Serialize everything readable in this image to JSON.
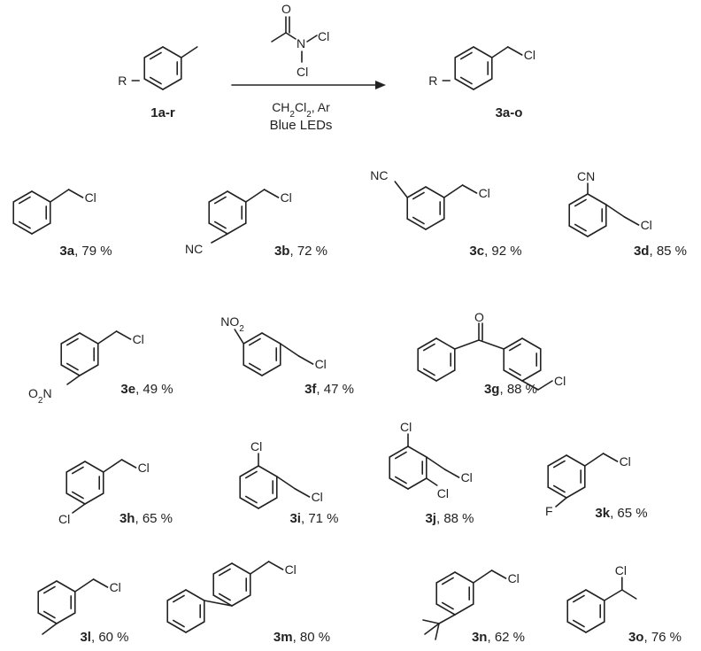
{
  "reaction": {
    "reactant_label": "1a-r",
    "product_label": "3a-o",
    "condition_solvent": "CH2Cl2, Ar",
    "condition_light": "Blue LEDs",
    "substituent": "R"
  },
  "atoms": {
    "cl": "Cl",
    "n": "N",
    "o": "O",
    "f": "F",
    "cn": "CN",
    "nc": "NC",
    "no2": "NO2",
    "o2n": "O2N"
  },
  "products": [
    {
      "id": "3a",
      "yield": "79 %"
    },
    {
      "id": "3b",
      "yield": "72 %"
    },
    {
      "id": "3c",
      "yield": "92 %"
    },
    {
      "id": "3d",
      "yield": "85 %"
    },
    {
      "id": "3e",
      "yield": "49 %"
    },
    {
      "id": "3f",
      "yield": "47 %"
    },
    {
      "id": "3g",
      "yield": "88 %"
    },
    {
      "id": "3h",
      "yield": "65 %"
    },
    {
      "id": "3i",
      "yield": "71 %"
    },
    {
      "id": "3j",
      "yield": "88 %"
    },
    {
      "id": "3k",
      "yield": "65 %"
    },
    {
      "id": "3l",
      "yield": "60 %"
    },
    {
      "id": "3m",
      "yield": "80 %"
    },
    {
      "id": "3n",
      "yield": "62 %"
    },
    {
      "id": "3o",
      "yield": "76 %"
    }
  ]
}
